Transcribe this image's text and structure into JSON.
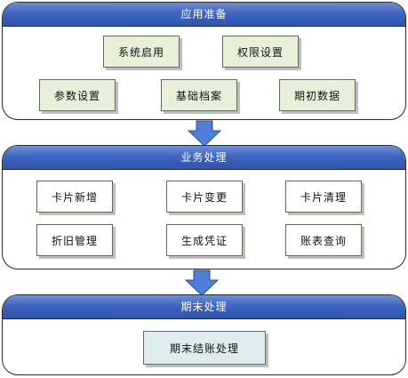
{
  "sections": {
    "prep": {
      "title": "应用准备",
      "items": [
        "系统启用",
        "权限设置",
        "参数设置",
        "基础档案",
        "期初数据"
      ]
    },
    "business": {
      "title": "业务处理",
      "items": [
        "卡片新增",
        "卡片变更",
        "卡片清理",
        "折旧管理",
        "生成凭证",
        "账表查询"
      ]
    },
    "period_end": {
      "title": "期末处理",
      "items": [
        "期末结账处理"
      ]
    }
  },
  "colors": {
    "header_blue": "#3f66c0",
    "arrow_fill": "#4f7fd6",
    "box_green": "#e9f0d9",
    "box_blue": "#dcecef"
  }
}
